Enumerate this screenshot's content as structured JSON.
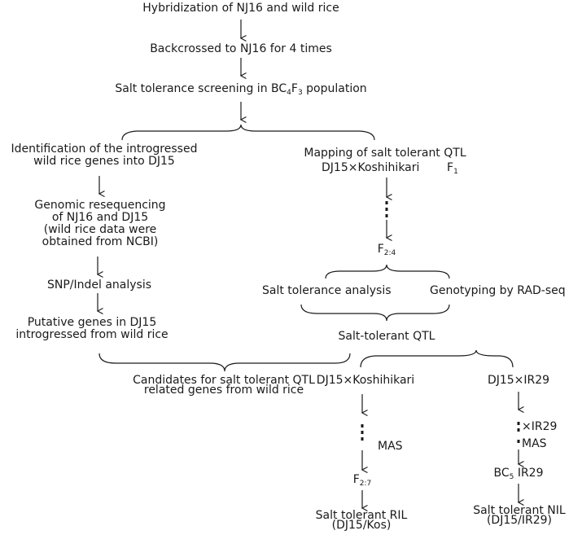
{
  "steps": {
    "hybridization": "Hybridization of NJ16 and wild rice",
    "backcross": "Backcrossed to NJ16 for 4 times",
    "screening": {
      "pre": "Salt tolerance screening in BC",
      "s1": "4",
      "mid": "F",
      "s2": "3",
      "post": " population"
    }
  },
  "left": {
    "identification": [
      "Identification of the introgressed",
      "wild rice genes into DJ15"
    ],
    "resequencing": [
      "Genomic resequencing",
      "of NJ16 and DJ15",
      "(wild rice data were",
      "obtained from NCBI)"
    ],
    "snp": "SNP/Indel analysis",
    "putative": [
      "Putative genes in DJ15",
      "introgressed from wild rice"
    ]
  },
  "right": {
    "mapping": "Mapping of salt tolerant QTL",
    "cross": "DJ15×Koshihikari",
    "f1": {
      "main": "F",
      "sub": "1"
    },
    "f24": {
      "main": "F",
      "sub": "2:4"
    },
    "salt_analysis": "Salt tolerance analysis",
    "genotyping": "Genotyping by RAD-seq",
    "qtl": "Salt-tolerant QTL"
  },
  "candidates": [
    "Candidates for salt tolerant QTL",
    "related genes from wild rice"
  ],
  "branch_kos": {
    "cross": "DJ15×Koshihikari",
    "mas": "MAS",
    "f27": {
      "main": "F",
      "sub": "2:7"
    },
    "result": [
      "Salt tolerant RIL",
      "(DJ15/Kos)"
    ]
  },
  "branch_ir": {
    "cross": "DJ15×IR29",
    "xir29": "×IR29",
    "mas": "MAS",
    "bc5": {
      "main": "BC",
      "sub": "5",
      "post": " IR29"
    },
    "result": [
      "Salt tolerant NIL",
      "(DJ15/IR29)"
    ]
  }
}
